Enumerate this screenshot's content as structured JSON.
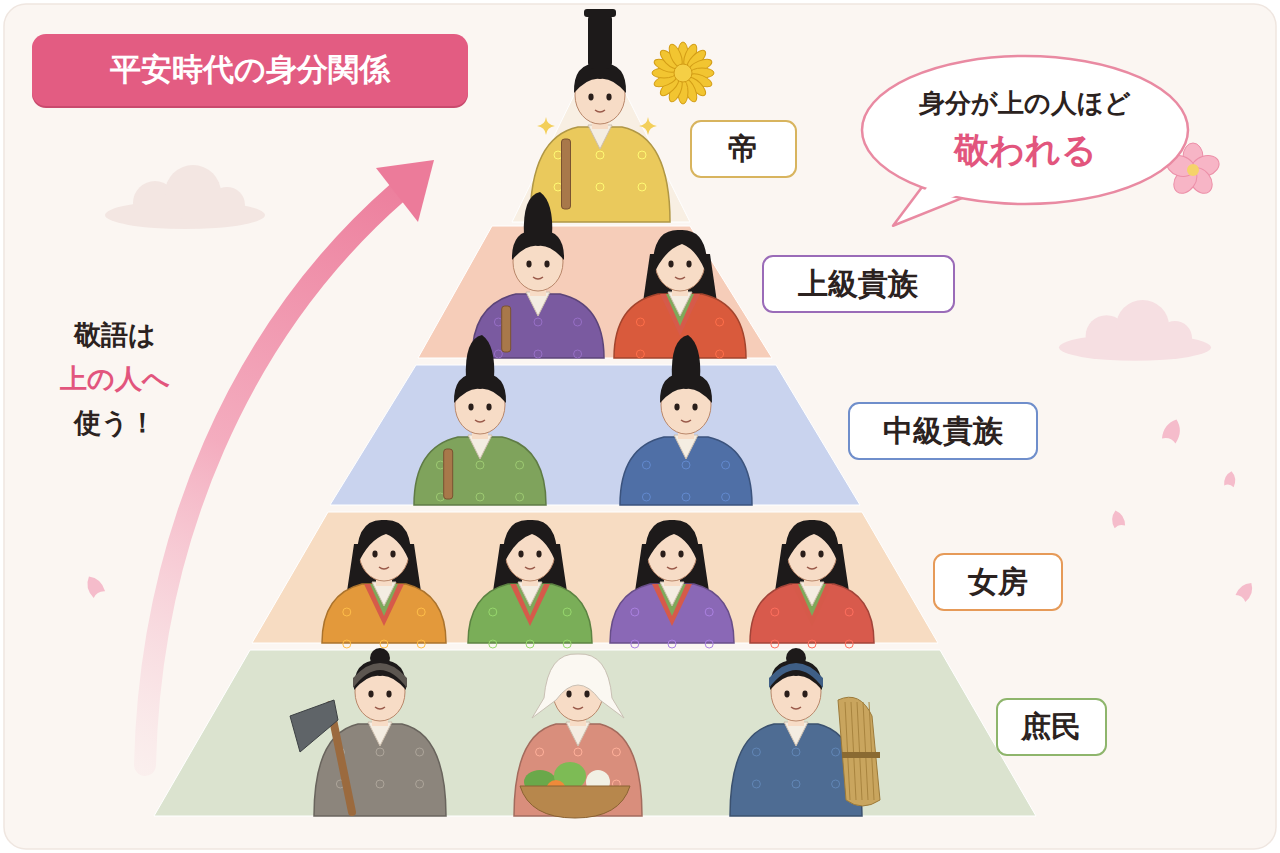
{
  "diagram": {
    "title": "平安時代の身分関係",
    "nodes": [
      {
        "text": [
          "身分が上の人ほど",
          "敬われる"
        ]
      },
      {
        "text": [
          "帝"
        ]
      },
      {
        "text": [
          "上級貴族"
        ]
      },
      {
        "text": [
          "中級貴族"
        ]
      },
      {
        "text": [
          "女房"
        ]
      },
      {
        "text": [
          "庶民"
        ]
      }
    ],
    "labels": [
      "敬語は",
      "上の人へ",
      "使う！"
    ]
  }
}
